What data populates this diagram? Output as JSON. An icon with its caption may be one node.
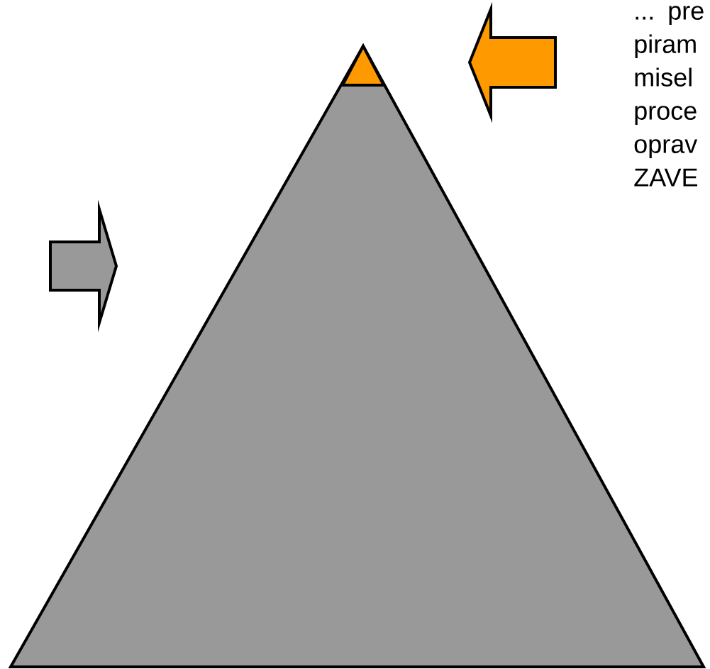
{
  "diagram": {
    "nodes": [
      {
        "text": [],
        "shape": "triangle"
      },
      {
        "text": [],
        "shape": "triangle",
        "in": 0
      }
    ],
    "labels": [
      "... pre piram misel proce oprav ZAVE"
    ]
  }
}
